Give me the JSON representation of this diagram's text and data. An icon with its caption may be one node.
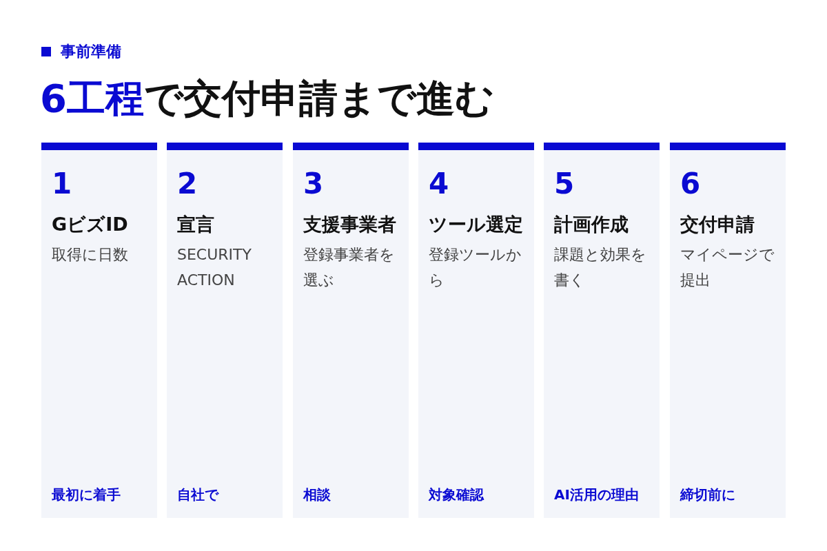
{
  "diagram": {
    "title": "**6工程**で交付申請まで進む",
    "nodes": [
      {
        "text": [
          "1",
          "GビズID",
          "取得に日数",
          "最初に着手"
        ]
      },
      {
        "text": [
          "2",
          "宣言",
          "SECURITY ACTION",
          "自社で"
        ]
      },
      {
        "text": [
          "3",
          "支援事業者",
          "登録事業者を選ぶ",
          "相談"
        ]
      },
      {
        "text": [
          "4",
          "ツール選定",
          "登録ツールから",
          "対象確認"
        ]
      },
      {
        "text": [
          "5",
          "計画作成",
          "課題と効果を書く",
          "AI活用の理由"
        ]
      },
      {
        "text": [
          "6",
          "交付申請",
          "マイページで提出",
          "締切前に"
        ]
      }
    ],
    "labels": [
      "事前準備"
    ]
  }
}
